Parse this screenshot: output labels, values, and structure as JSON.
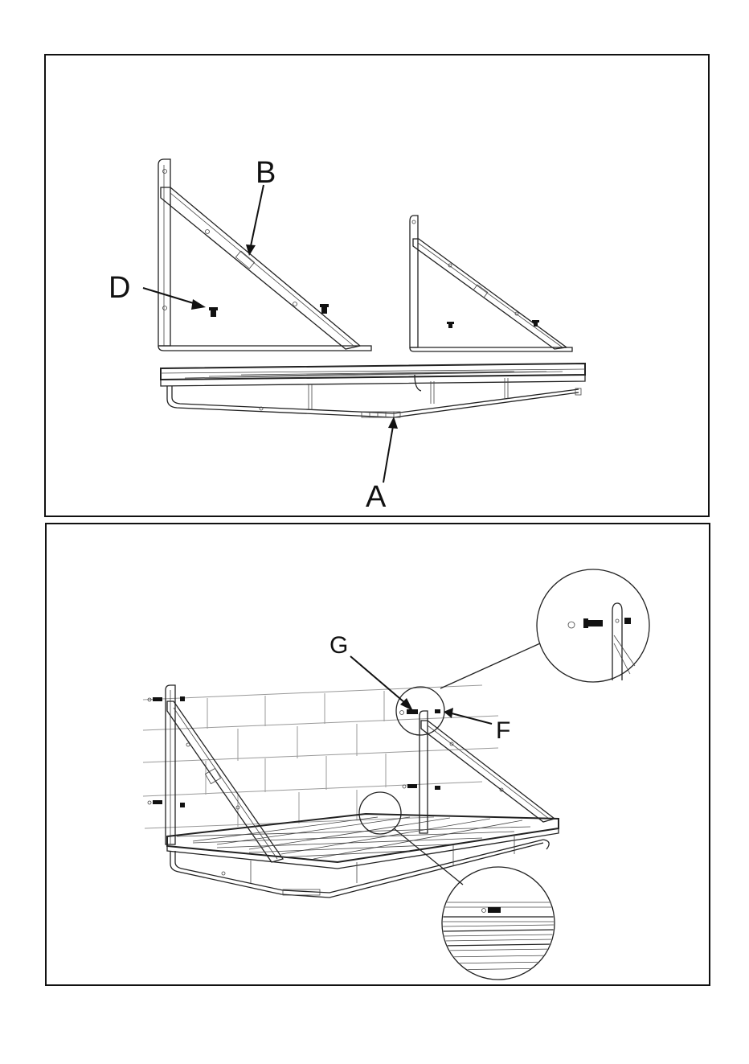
{
  "labels": {
    "A": "A",
    "B": "B",
    "D": "D",
    "G": "G",
    "F": "F"
  },
  "colors": {
    "line": "#222222",
    "background": "#ffffff",
    "brick": "#999999"
  }
}
